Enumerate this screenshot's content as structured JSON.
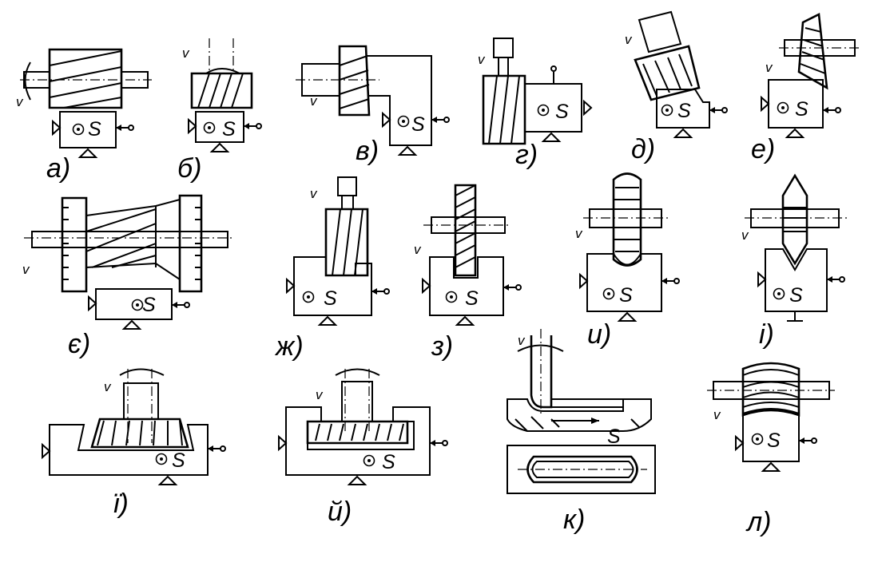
{
  "labels": [
    "а)",
    "б)",
    "в)",
    "г)",
    "д)",
    "е)",
    "є)",
    "ж)",
    "з)",
    "и)",
    "і)",
    "ї)",
    "й)",
    "к)",
    "л)"
  ],
  "feed_label": "S",
  "speed_label": "v"
}
